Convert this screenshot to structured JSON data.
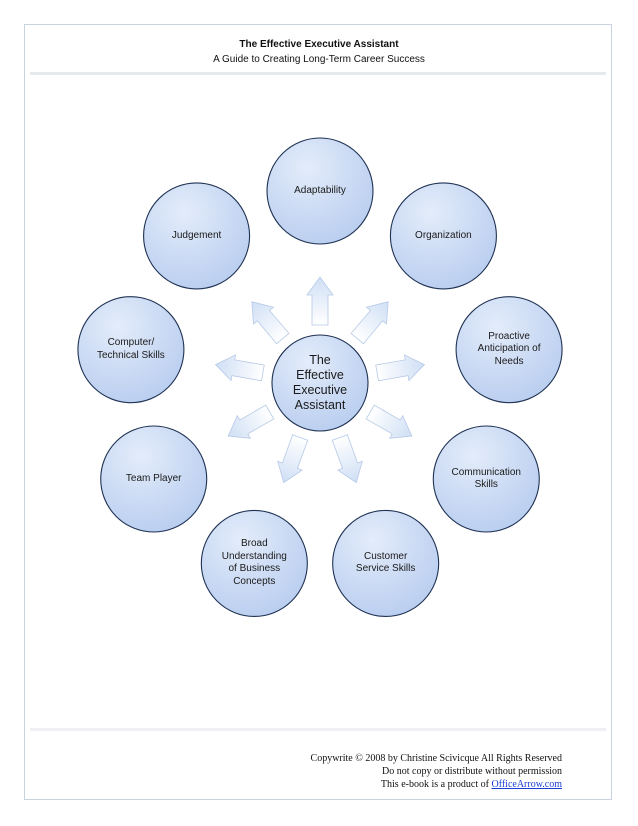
{
  "header": {
    "title": "The Effective Executive Assistant",
    "subtitle": "A Guide to Creating Long-Term Career Success"
  },
  "diagram": {
    "center": "The\nEffective\nExecutive\nAssistant",
    "nodes": [
      {
        "id": "adaptability",
        "label": "Adaptability"
      },
      {
        "id": "organization",
        "label": "Organization"
      },
      {
        "id": "proactive",
        "label": "Proactive\nAnticipation of\nNeeds"
      },
      {
        "id": "communication",
        "label": "Communication\nSkills"
      },
      {
        "id": "customer-service",
        "label": "Customer\nService Skills"
      },
      {
        "id": "business-concepts",
        "label": "Broad\nUnderstanding\nof Business\nConcepts"
      },
      {
        "id": "team-player",
        "label": "Team Player"
      },
      {
        "id": "computer",
        "label": "Computer/\nTechnical Skills"
      },
      {
        "id": "judgement",
        "label": "Judgement"
      }
    ],
    "colors": {
      "node_fill_light": "#e3ecfa",
      "node_fill_dark": "#b7ccef",
      "node_stroke": "#1f3253",
      "arrow_fill": "#cfdff5",
      "arrow_stroke": "#b6c9e6"
    }
  },
  "footer": {
    "line1": "Copywrite © 2008 by Christine Scivicque All Rights Reserved",
    "line2": "Do not copy or distribute without permission",
    "line3_prefix": "This e-book is a product of ",
    "link": "OfficeArrow.com"
  }
}
